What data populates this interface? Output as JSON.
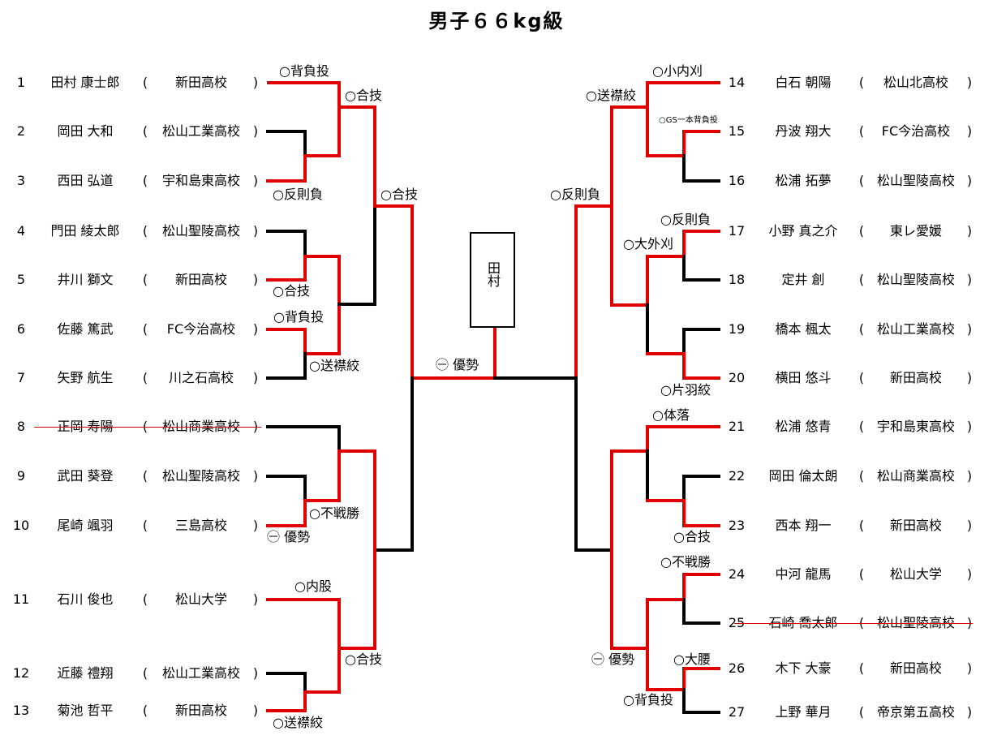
{
  "title": "男子６６kg級",
  "champion": "田村",
  "final_result": "㊀ 優勢",
  "left_entries": [
    {
      "num": "1",
      "name": "田村 康士郎",
      "school": "新田高校"
    },
    {
      "num": "2",
      "name": "岡田 大和",
      "school": "松山工業高校"
    },
    {
      "num": "3",
      "name": "西田 弘道",
      "school": "宇和島東高校"
    },
    {
      "num": "4",
      "name": "門田 綾太郎",
      "school": "松山聖陵高校"
    },
    {
      "num": "5",
      "name": "井川 獅文",
      "school": "新田高校"
    },
    {
      "num": "6",
      "name": "佐藤 篤武",
      "school": "FC今治高校"
    },
    {
      "num": "7",
      "name": "矢野 航生",
      "school": "川之石高校"
    },
    {
      "num": "8",
      "name": "正岡 寿陽",
      "school": "松山商業高校"
    },
    {
      "num": "9",
      "name": "武田 葵登",
      "school": "松山聖陵高校"
    },
    {
      "num": "10",
      "name": "尾崎 颯羽",
      "school": "三島高校"
    },
    {
      "num": "11",
      "name": "石川 俊也",
      "school": "松山大学"
    },
    {
      "num": "12",
      "name": "近藤 禮翔",
      "school": "松山工業高校"
    },
    {
      "num": "13",
      "name": "菊池 哲平",
      "school": "新田高校"
    }
  ],
  "right_entries": [
    {
      "num": "14",
      "name": "白石 朝陽",
      "school": "松山北高校"
    },
    {
      "num": "15",
      "name": "丹波 翔大",
      "school": "FC今治高校"
    },
    {
      "num": "16",
      "name": "松浦 拓夢",
      "school": "松山聖陵高校"
    },
    {
      "num": "17",
      "name": "小野 真之介",
      "school": "東レ愛媛"
    },
    {
      "num": "18",
      "name": "定井 創",
      "school": "松山聖陵高校"
    },
    {
      "num": "19",
      "name": "橋本 楓太",
      "school": "松山工業高校"
    },
    {
      "num": "20",
      "name": "横田 悠斗",
      "school": "新田高校"
    },
    {
      "num": "21",
      "name": "松浦 悠青",
      "school": "宇和島東高校"
    },
    {
      "num": "22",
      "name": "岡田 倫太朗",
      "school": "松山商業高校"
    },
    {
      "num": "23",
      "name": "西本 翔一",
      "school": "新田高校"
    },
    {
      "num": "24",
      "name": "中河 龍馬",
      "school": "松山大学"
    },
    {
      "num": "25",
      "name": "石崎 喬太郎",
      "school": "松山聖陵高校"
    },
    {
      "num": "26",
      "name": "木下 大豪",
      "school": "新田高校"
    },
    {
      "num": "27",
      "name": "上野 華月",
      "school": "帝京第五高校"
    }
  ],
  "withdrawn": [
    "8",
    "25"
  ],
  "results": {
    "r1_left_a": "○背負投",
    "r1_left_b": "○反則負",
    "r2_left_a": "○合技",
    "r3_left_a": "○合技",
    "r1_left_c": "○合技",
    "r1_left_d": "○背負投",
    "r1_left_e": "○送襟絞",
    "r1_left_f": "○不戦勝",
    "r1_left_g": "㊀ 優勢",
    "r1_left_h": "○内股",
    "r1_left_i": "○合技",
    "r1_left_j": "○送襟絞",
    "r1_right_a": "○小内刈",
    "r1_right_b": "○送襟絞",
    "r1_right_c": "○GS一本背負投",
    "r3_right_a": "○反則負",
    "r1_right_d": "○反則負",
    "r1_right_e": "○大外刈",
    "r1_right_f": "○片羽絞",
    "r1_right_g": "○体落",
    "r1_right_h": "○合技",
    "r1_right_i": "○不戦勝",
    "r1_right_j": "㊀ 優勢",
    "r1_right_k": "○大腰",
    "r1_right_l": "○背負投"
  },
  "colors": {
    "winner_line": "#e00000",
    "loser_line": "#000000",
    "withdrawn_strike": "#d00000"
  }
}
